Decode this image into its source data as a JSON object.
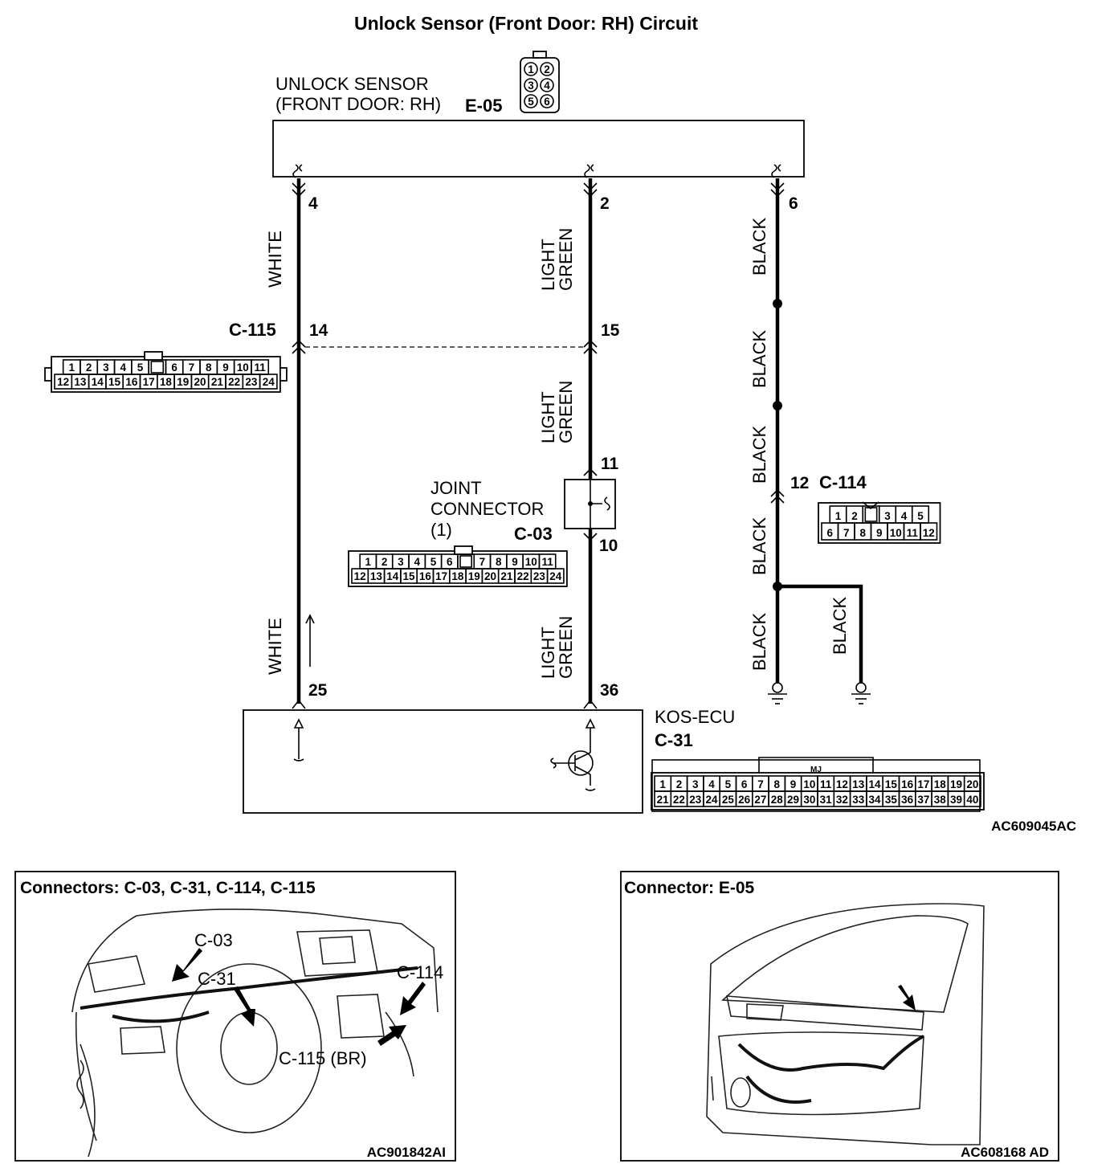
{
  "title": "Unlock Sensor (Front Door: RH) Circuit",
  "components": {
    "unlock_sensor": {
      "name_line1": "UNLOCK SENSOR",
      "name_line2": "(FRONT DOOR: RH)",
      "connector": "E-05",
      "connector_pins": [
        "1",
        "2",
        "3",
        "4",
        "5",
        "6"
      ]
    },
    "kos_ecu": {
      "name": "KOS-ECU",
      "connector": "C-31",
      "tag": "MJ"
    },
    "joint_connector": {
      "name_line1": "JOINT",
      "name_line2": "CONNECTOR",
      "name_line3": "(1)",
      "connector": "C-03"
    },
    "c115": {
      "connector": "C-115"
    },
    "c114": {
      "connector": "C-114"
    }
  },
  "pins": {
    "sensor_4": "4",
    "sensor_2": "2",
    "sensor_6": "6",
    "c115_14": "14",
    "c115_15": "15",
    "joint_11": "11",
    "joint_10": "10",
    "c114_12": "12",
    "ecu_25": "25",
    "ecu_36": "36"
  },
  "wire_colors": {
    "w1_upper": "WHITE",
    "w1_lower": "WHITE",
    "w2_a": [
      "LIGHT",
      "GREEN"
    ],
    "w2_b": [
      "LIGHT",
      "GREEN"
    ],
    "w2_c": [
      "LIGHT",
      "GREEN"
    ],
    "w3_a": "BLACK",
    "w3_b": "BLACK",
    "w3_c": "BLACK",
    "w3_d": "BLACK",
    "w3_e": "BLACK",
    "w3_f": "BLACK"
  },
  "connector_faces": {
    "c115": {
      "row1": [
        "1",
        "2",
        "3",
        "4",
        "5",
        "",
        "6",
        "7",
        "8",
        "9",
        "10",
        "11"
      ],
      "row2": [
        "12",
        "13",
        "14",
        "15",
        "16",
        "17",
        "18",
        "19",
        "20",
        "21",
        "22",
        "23",
        "24"
      ]
    },
    "c03": {
      "row1": [
        "1",
        "2",
        "3",
        "4",
        "5",
        "6",
        "",
        "7",
        "8",
        "9",
        "10",
        "11"
      ],
      "row2": [
        "12",
        "13",
        "14",
        "15",
        "16",
        "17",
        "18",
        "19",
        "20",
        "21",
        "22",
        "23",
        "24"
      ]
    },
    "c114": {
      "row1": [
        "1",
        "2",
        "",
        "3",
        "4",
        "5"
      ],
      "row2": [
        "6",
        "7",
        "8",
        "9",
        "10",
        "11",
        "12"
      ]
    },
    "c31": {
      "row1": [
        "1",
        "2",
        "3",
        "4",
        "5",
        "6",
        "7",
        "8",
        "9",
        "10",
        "11",
        "12",
        "13",
        "14",
        "15",
        "16",
        "17",
        "18",
        "19",
        "20"
      ],
      "row2": [
        "21",
        "22",
        "23",
        "24",
        "25",
        "26",
        "27",
        "28",
        "29",
        "30",
        "31",
        "32",
        "33",
        "34",
        "35",
        "36",
        "37",
        "38",
        "39",
        "40"
      ]
    }
  },
  "figure_refs": {
    "circuit": "AC609045AC",
    "left_panel": "AC901842AI",
    "right_panel": "AC608168 AD"
  },
  "panels": {
    "left": {
      "title": "Connectors: C-03, C-31, C-114, C-115",
      "callouts": [
        "C-03",
        "C-31",
        "C-114",
        "C-115 (BR)"
      ]
    },
    "right": {
      "title": "Connector: E-05"
    }
  }
}
